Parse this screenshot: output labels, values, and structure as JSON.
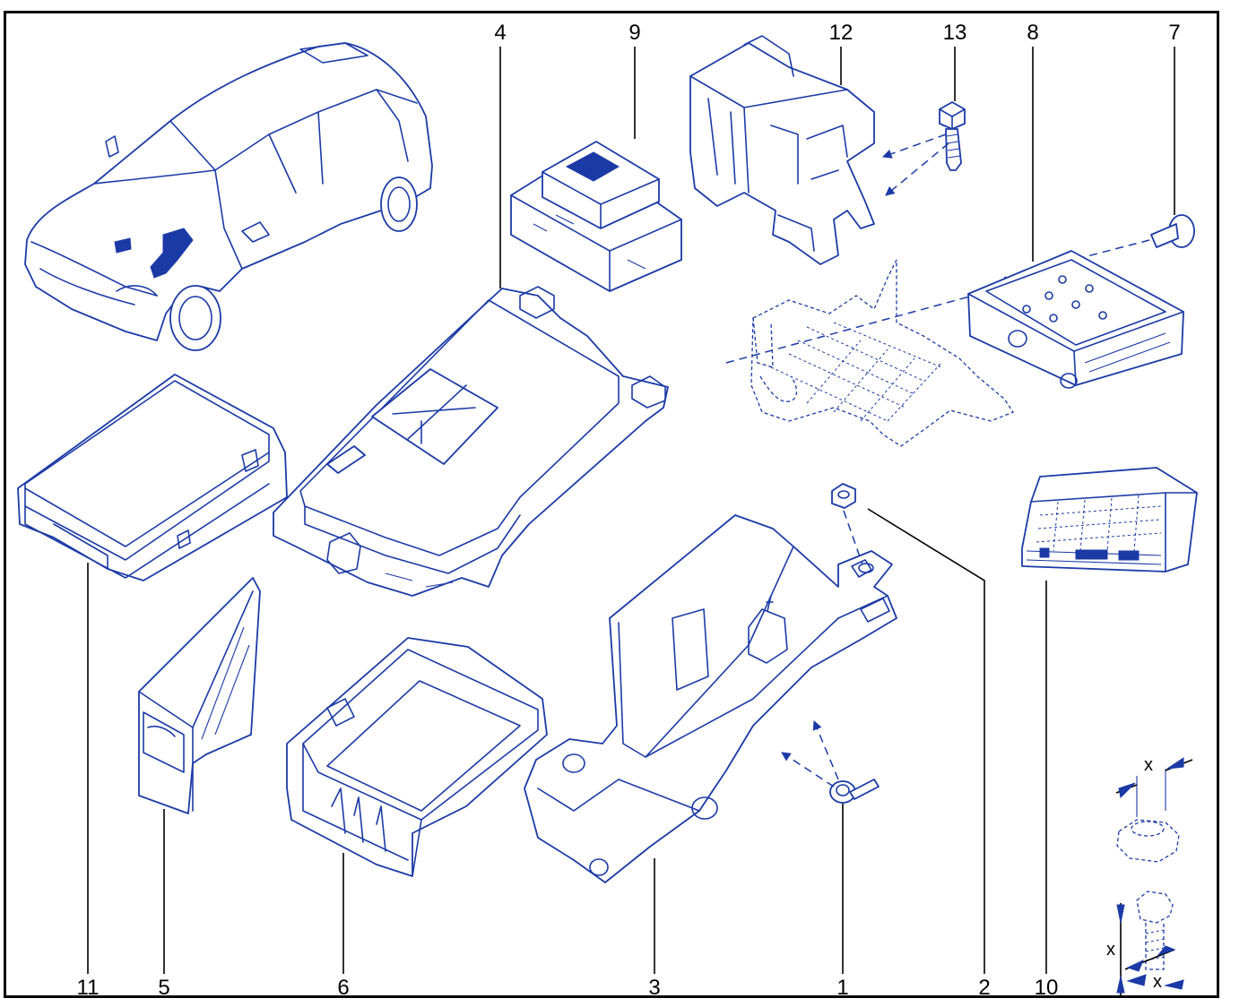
{
  "callouts": {
    "c4": "4",
    "c9": "9",
    "c12": "12",
    "c13": "13",
    "c8": "8",
    "c7": "7",
    "c11": "11",
    "c5": "5",
    "c6": "6",
    "c3": "3",
    "c1": "1",
    "c2": "2",
    "c10": "10"
  },
  "dimension_labels": {
    "nut_x": "x",
    "bolt_x_left": "x",
    "bolt_x_bottom": "x"
  },
  "colors": {
    "line_art": "#1c3aa6",
    "frame": "#000000",
    "callout_text": "#000000"
  }
}
